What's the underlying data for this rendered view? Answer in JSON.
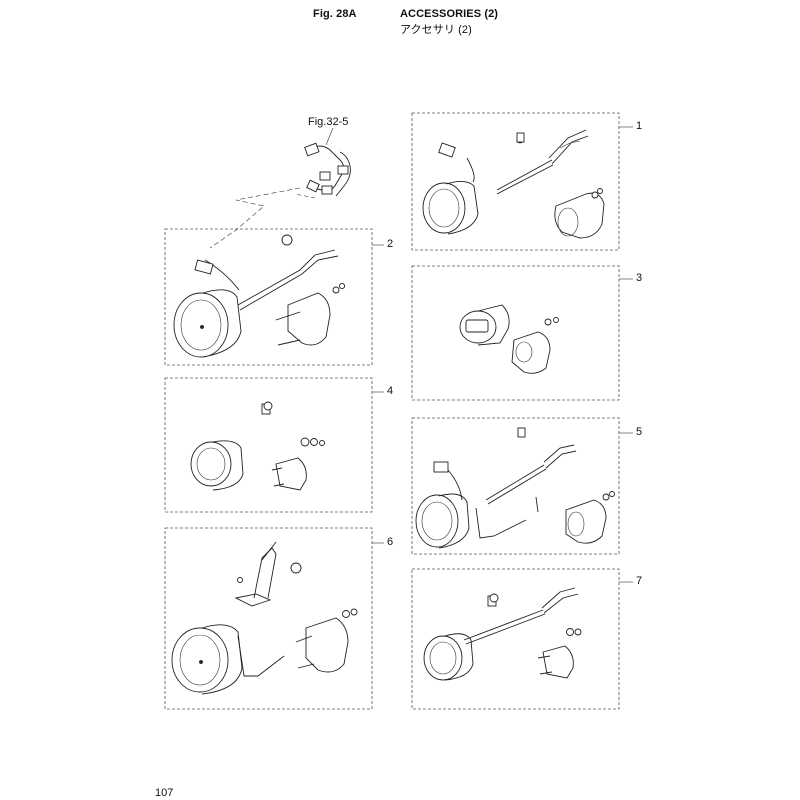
{
  "header": {
    "fig_label": "Fig. 28A",
    "title_en": "ACCESSORIES (2)",
    "title_jp": "アクセサリ (2)"
  },
  "reference": {
    "label": "Fig.32-5"
  },
  "callouts": [
    "1",
    "2",
    "3",
    "4",
    "5",
    "6",
    "7"
  ],
  "footer": {
    "page_number": "107"
  }
}
